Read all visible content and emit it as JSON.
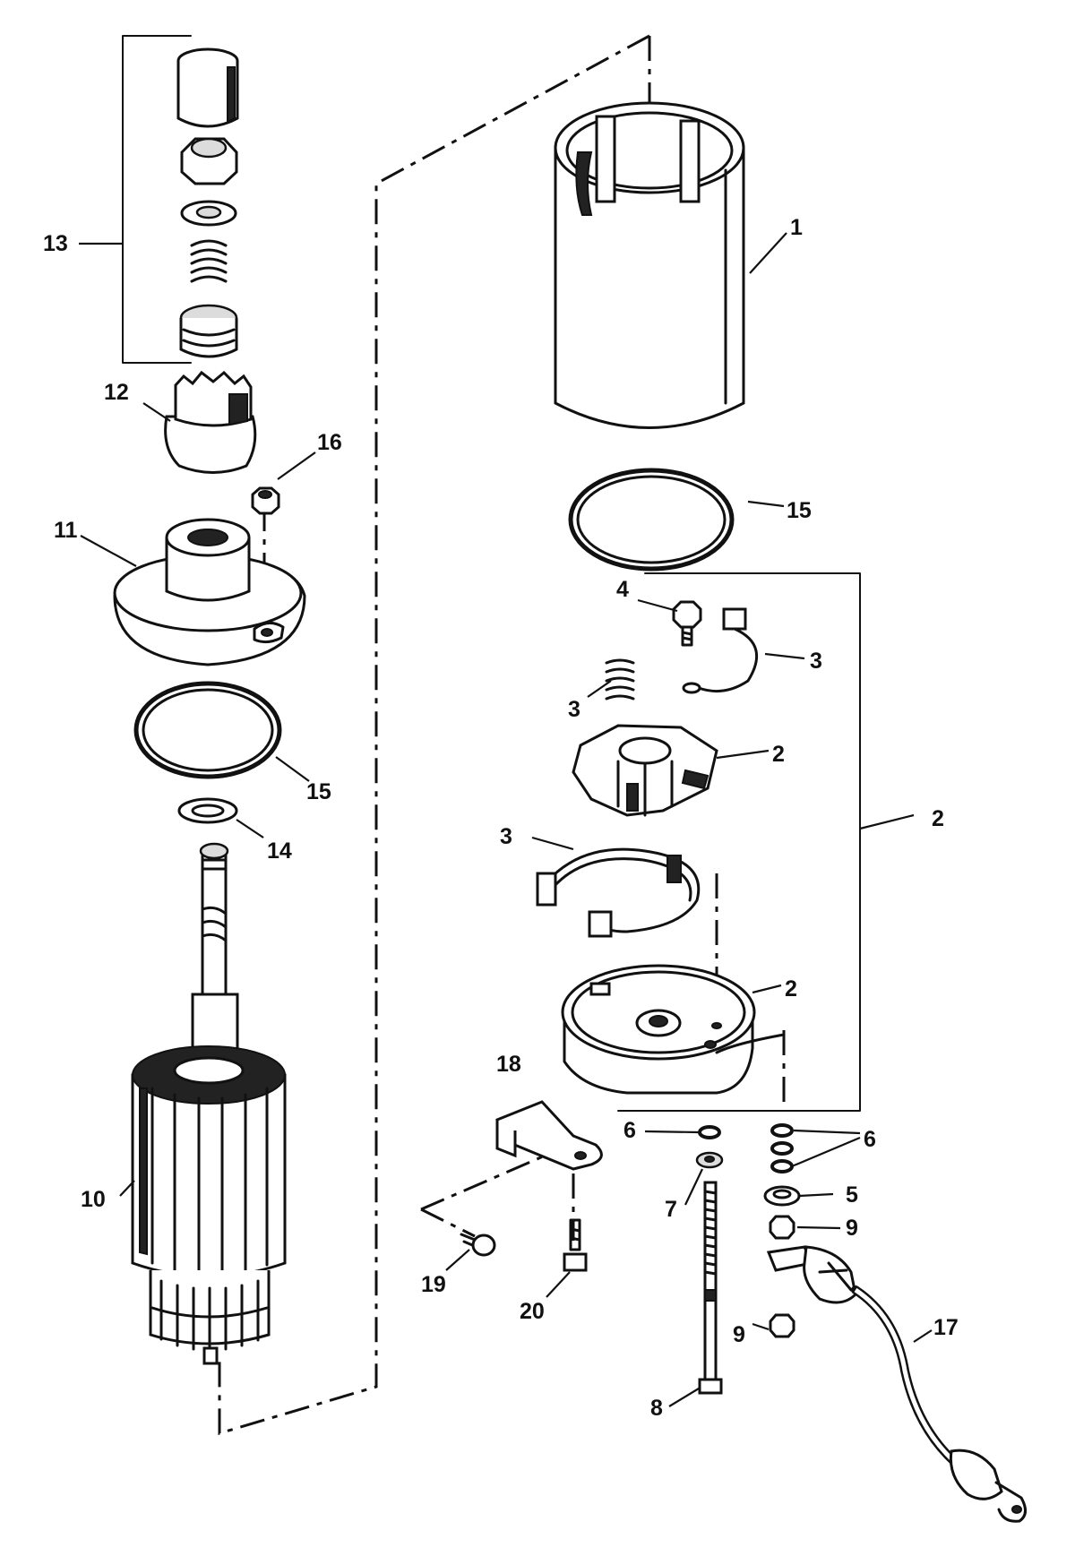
{
  "callouts": [
    "1",
    "2",
    "3",
    "4",
    "5",
    "6",
    "7",
    "8",
    "9",
    "10",
    "11",
    "12",
    "13",
    "14",
    "15",
    "16",
    "17",
    "18",
    "19",
    "20"
  ],
  "colors": {
    "ink": "#111111",
    "paper": "#ffffff"
  }
}
